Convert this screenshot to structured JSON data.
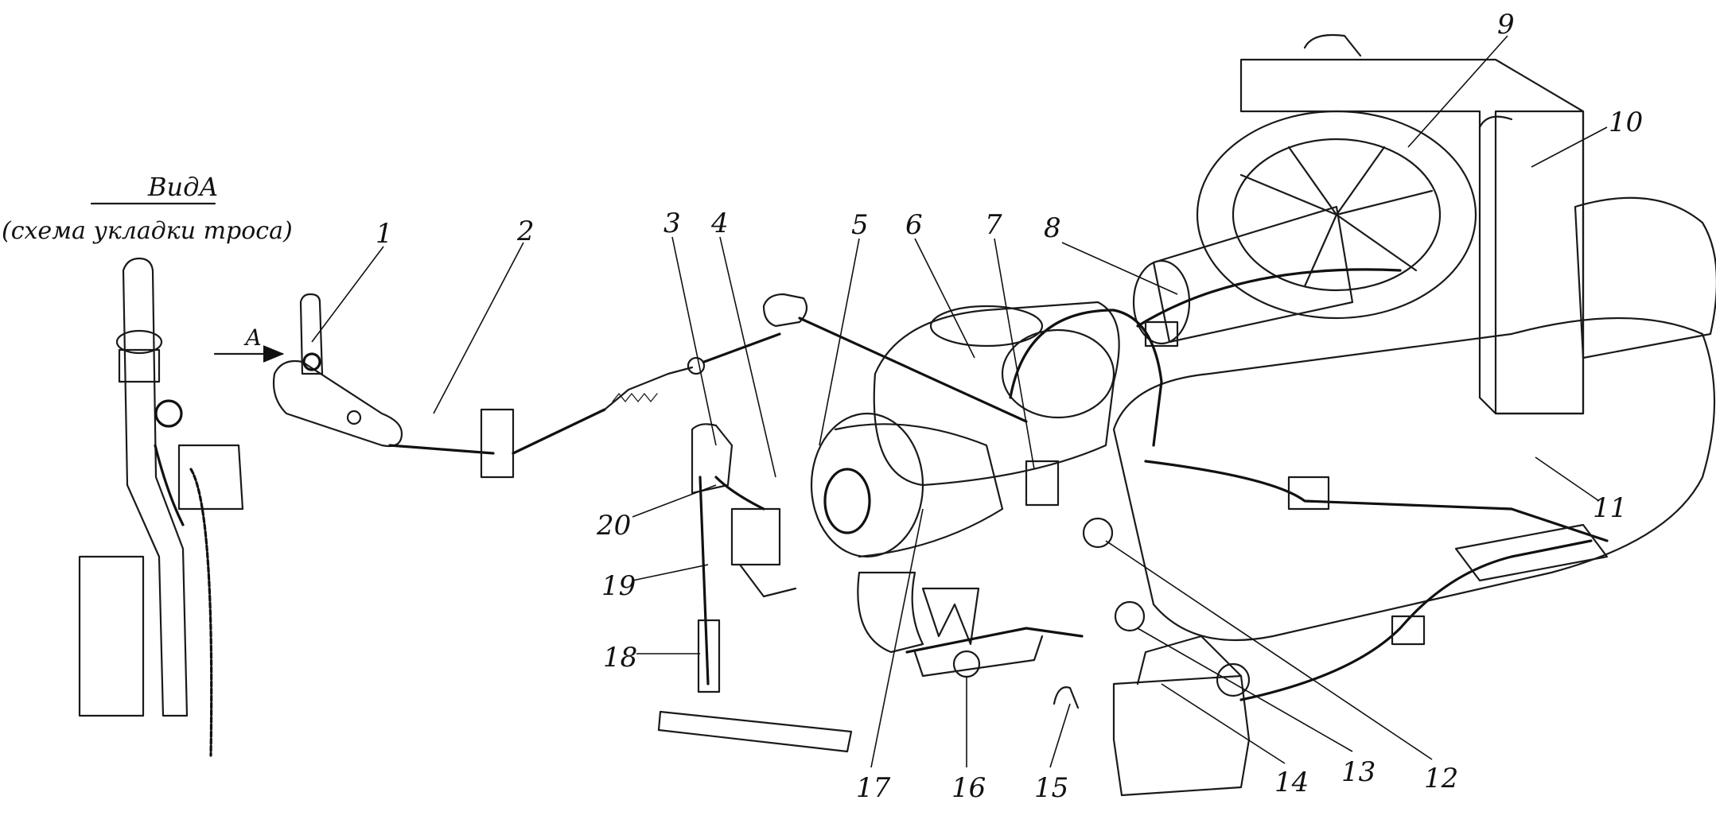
{
  "view": {
    "title": "ВидА",
    "subtitle": "(схема укладки троса)",
    "arrow_label": "А"
  },
  "callouts": [
    {
      "label": "1"
    },
    {
      "label": "2"
    },
    {
      "label": "3"
    },
    {
      "label": "4"
    },
    {
      "label": "5"
    },
    {
      "label": "6"
    },
    {
      "label": "7"
    },
    {
      "label": "8"
    },
    {
      "label": "9"
    },
    {
      "label": "10"
    },
    {
      "label": "11"
    },
    {
      "label": "12"
    },
    {
      "label": "13"
    },
    {
      "label": "14"
    },
    {
      "label": "15"
    },
    {
      "label": "16"
    },
    {
      "label": "17"
    },
    {
      "label": "18"
    },
    {
      "label": "19"
    },
    {
      "label": "20"
    }
  ],
  "colors": {
    "ink": "#1a1a1a",
    "background": "#ffffff"
  }
}
